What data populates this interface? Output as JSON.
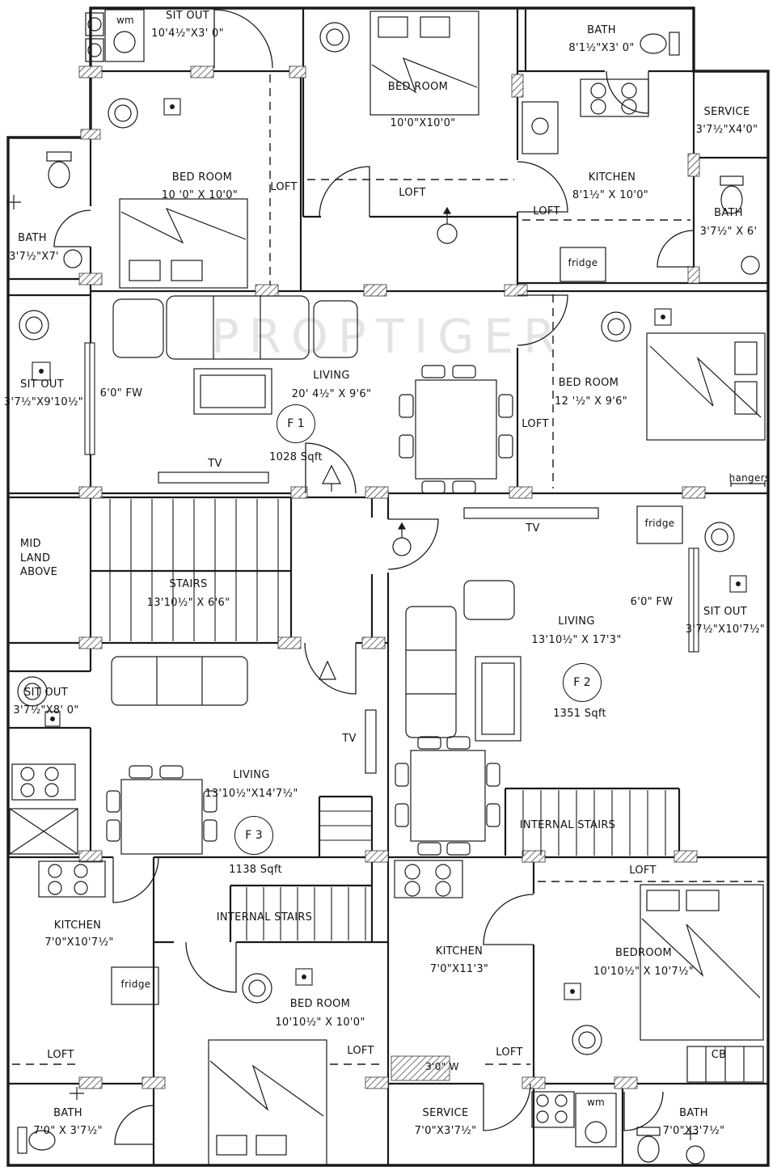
{
  "watermark": "PROPTIGER",
  "annotations": {
    "loft": "LOFT",
    "tv": "TV",
    "fridge": "fridge",
    "wm": "wm",
    "fw": "6'0\" FW",
    "hangers": "hangers",
    "window_w": "3'0\" W",
    "cb": "CB",
    "midland": "MID\nLAND\nABOVE"
  },
  "rooms": {
    "sitout_tl": {
      "name": "SIT OUT",
      "dims": "10'4½\"X3' 0\""
    },
    "bedroom_top": {
      "name": "BED ROOM",
      "dims": "10'0\"X10'0\""
    },
    "bath_tr": {
      "name": "BATH",
      "dims": "8'1½\"X3' 0\""
    },
    "service_r": {
      "name": "SERVICE",
      "dims": "3'7½\"X4'0\""
    },
    "bedroom_left": {
      "name": "BED ROOM",
      "dims": "10 '0\" X 10'0\""
    },
    "kitchen_f1": {
      "name": "KITCHEN",
      "dims": "8'1½\" X 10'0\""
    },
    "bath_right": {
      "name": "BATH",
      "dims": "3'7½\" X 6'"
    },
    "bath_left": {
      "name": "BATH",
      "dims": "3'7½\"X7'"
    },
    "sitout_left_f1": {
      "name": "SIT OUT",
      "dims": "3'7½\"X9'10½\""
    },
    "living_f1": {
      "name": "LIVING",
      "dims": "20' 4½\" X 9'6\"",
      "flat": "F 1",
      "area": "1028 Sqft"
    },
    "bedroom_f1": {
      "name": "BED ROOM",
      "dims": "12 '½\" X 9'6\""
    },
    "stairs": {
      "name": "STAIRS",
      "dims": "13'10½\" X 6'6\""
    },
    "living_f2": {
      "name": "LIVING",
      "dims": "13'10½\" X 17'3\"",
      "flat": "F 2",
      "area": "1351 Sqft"
    },
    "sitout_right_f2": {
      "name": "SIT OUT",
      "dims": "3'7½\"X10'7½\""
    },
    "sitout_left_f3": {
      "name": "SIT OUT",
      "dims": "3'7½\"X8' 0\""
    },
    "living_f3": {
      "name": "LIVING",
      "dims": "13'10½\"X14'7½\"",
      "flat": "F 3",
      "area": "1138 Sqft"
    },
    "internal_stairs": {
      "name": "INTERNAL STAIRS"
    },
    "kitchen_f3": {
      "name": "KITCHEN",
      "dims": "7'0\"X10'7½\""
    },
    "bedroom_f3": {
      "name": "BED ROOM",
      "dims": "10'10½\" X 10'0\""
    },
    "kitchen_f2": {
      "name": "KITCHEN",
      "dims": "7'0\"X11'3\""
    },
    "bedroom_f2": {
      "name": "BEDROOM",
      "dims": "10'10½\" X 10'7½\""
    },
    "bath_bl": {
      "name": "BATH",
      "dims": "7'0\" X 3'7½\""
    },
    "service_b": {
      "name": "SERVICE",
      "dims": "7'0\"X3'7½\""
    },
    "bath_br": {
      "name": "BATH",
      "dims": "7'0\"X3'7½\""
    }
  }
}
